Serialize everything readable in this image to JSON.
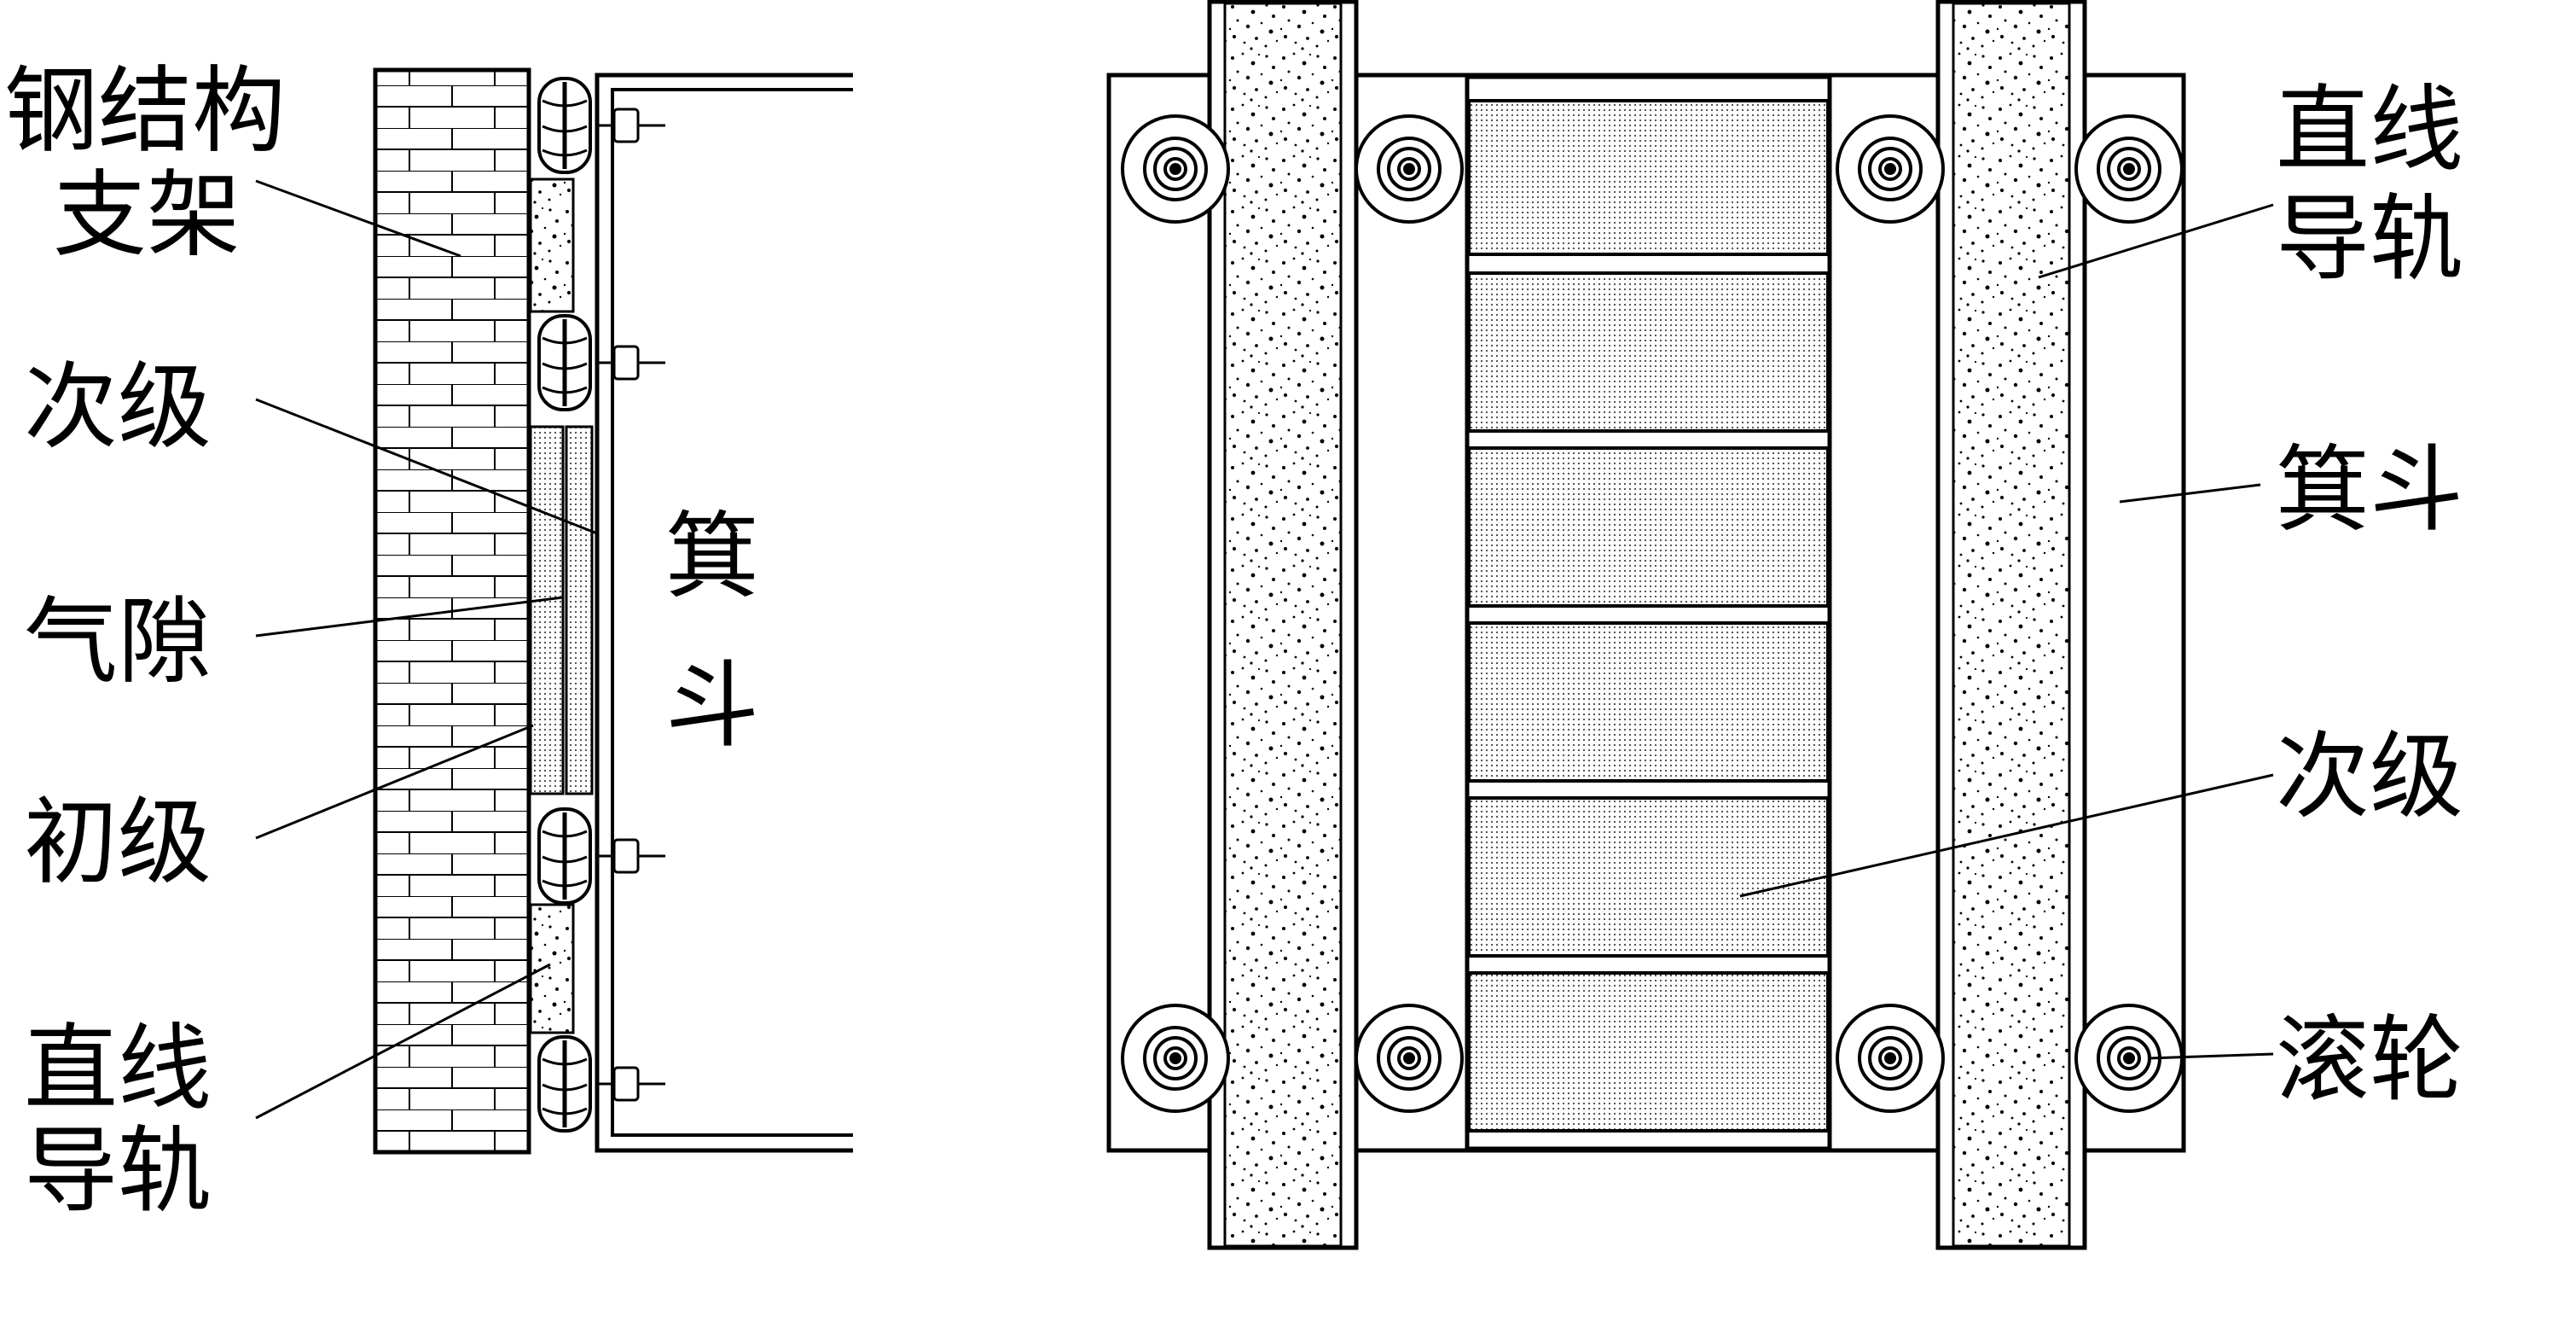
{
  "left_view": {
    "labels": {
      "steel_support_line1": "钢结构",
      "steel_support_line2": "支架",
      "secondary": "次级",
      "air_gap": "气隙",
      "primary": "初级",
      "linear_guide_line1": "直线",
      "linear_guide_line2": "导轨",
      "skip_char1": "箕",
      "skip_char2": "斗"
    }
  },
  "right_view": {
    "labels": {
      "linear_guide_line1": "直线",
      "linear_guide_line2": "导轨",
      "skip": "箕斗",
      "secondary": "次级",
      "roller": "滚轮"
    }
  },
  "colors": {
    "stroke": "#000000",
    "background": "#ffffff"
  }
}
